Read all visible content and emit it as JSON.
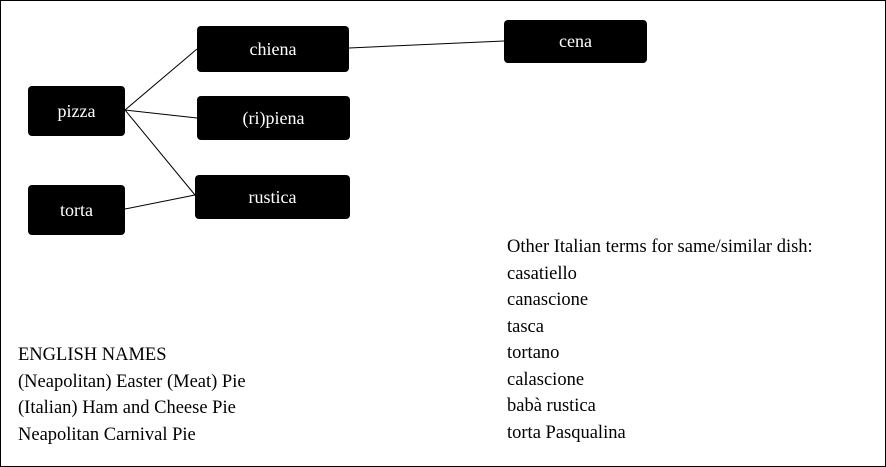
{
  "nodes": {
    "pizza": "pizza",
    "torta": "torta",
    "chiena": "chiena",
    "ripiena": "(ri)piena",
    "rustica": "rustica",
    "cena": "cena"
  },
  "other_terms": {
    "heading": "Other Italian terms for same/similar dish:",
    "items": [
      "casatiello",
      "canascione",
      "tasca",
      "tortano",
      "calascione",
      "babà rustica",
      "torta Pasqualina"
    ]
  },
  "english_names": {
    "heading": "ENGLISH NAMES",
    "items": [
      "(Neapolitan) Easter (Meat) Pie",
      "(Italian) Ham and Cheese Pie",
      "Neapolitan Carnival Pie"
    ]
  }
}
